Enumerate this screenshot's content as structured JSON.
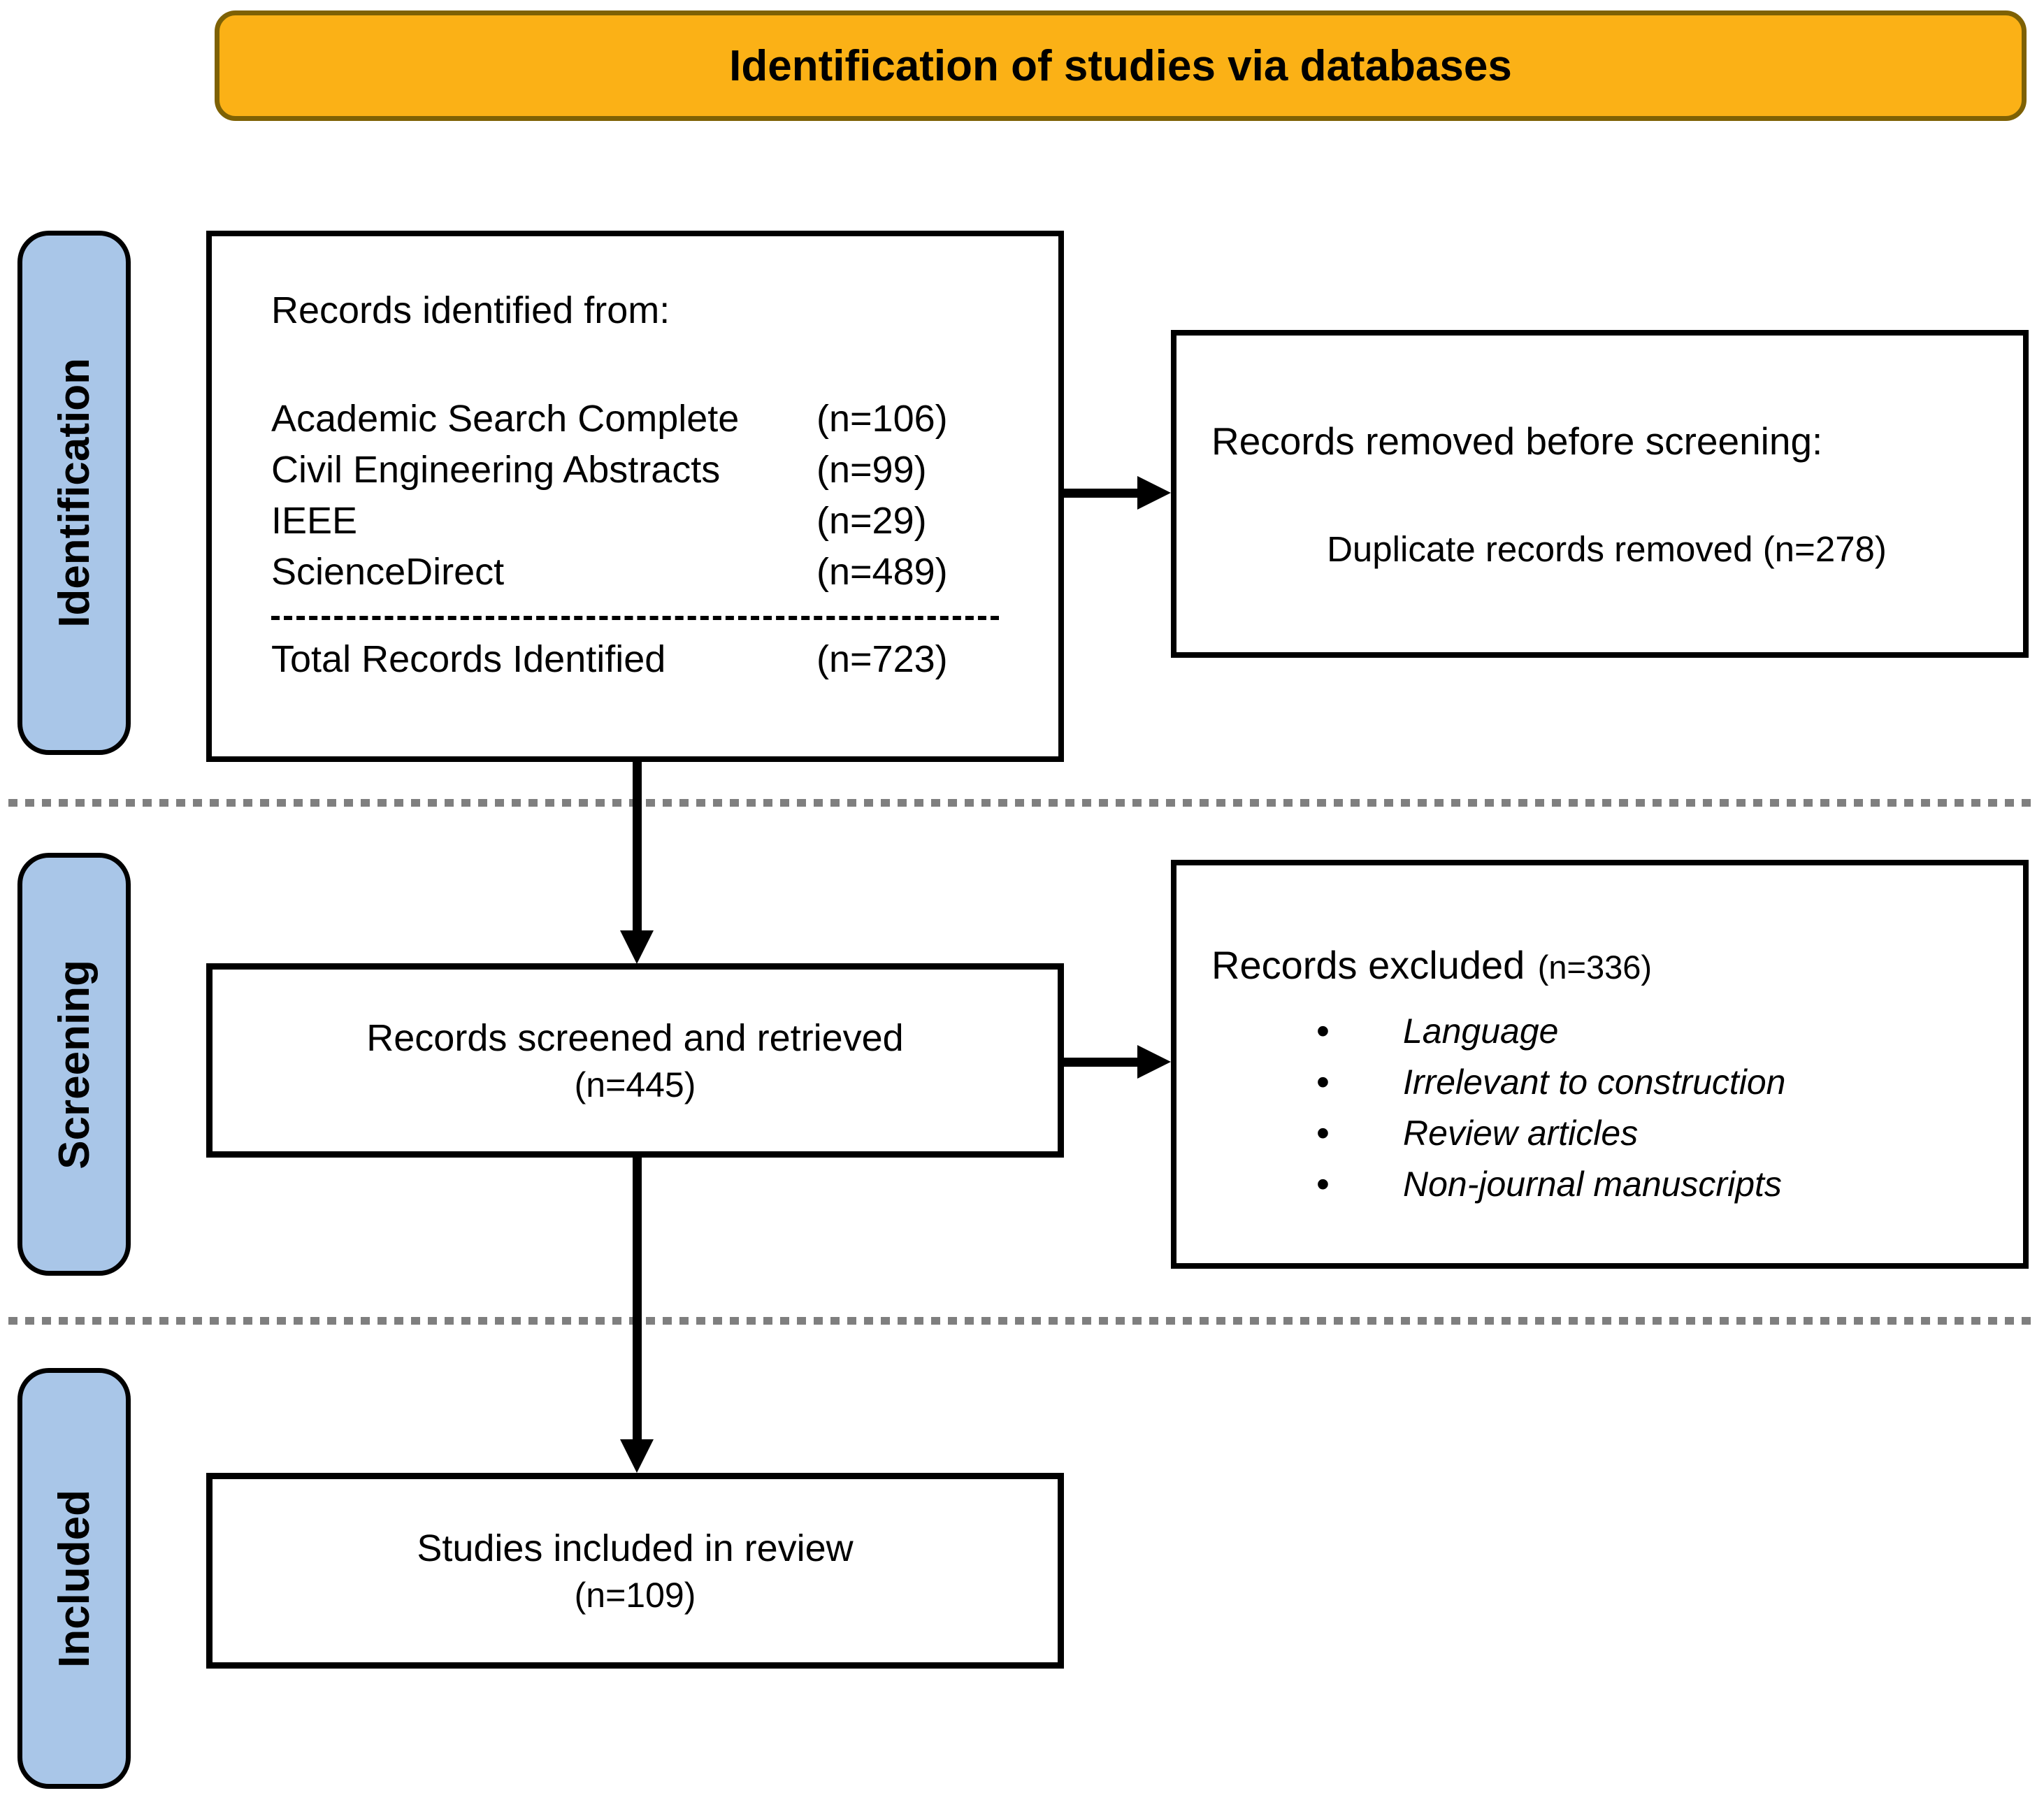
{
  "banner": {
    "label": "Identification of studies via databases"
  },
  "stages": [
    {
      "label": "Identification"
    },
    {
      "label": "Screening"
    },
    {
      "label": "Included"
    }
  ],
  "identified_box": {
    "title": "Records identified from:",
    "rows": [
      {
        "source": "Academic Search Complete",
        "count": "(n=106)"
      },
      {
        "source": "Civil Engineering Abstracts",
        "count": "(n=99)"
      },
      {
        "source": "IEEE",
        "count": "(n=29)"
      },
      {
        "source": "ScienceDirect",
        "count": "(n=489)"
      }
    ],
    "total_row": {
      "source": "Total Records Identified",
      "count": "(n=723)"
    }
  },
  "removed_box": {
    "title": "Records removed before screening:",
    "detail": "Duplicate records removed (n=278)"
  },
  "screened_box": {
    "line1": "Records screened and retrieved",
    "line2": "(n=445)"
  },
  "excluded_box": {
    "title": "Records excluded",
    "count": "(n=336)",
    "bullets": [
      "Language",
      "Irrelevant to construction",
      "Review articles",
      "Non-journal manuscripts"
    ]
  },
  "included_box": {
    "line1": "Studies included in review",
    "line2": "(n=109)"
  },
  "colors": {
    "banner_fill": "#FBB116",
    "banner_border": "#7E6104",
    "stage_fill": "#A9C6E8",
    "dotted_line": "#7F7F7F",
    "box_border": "#000000"
  }
}
